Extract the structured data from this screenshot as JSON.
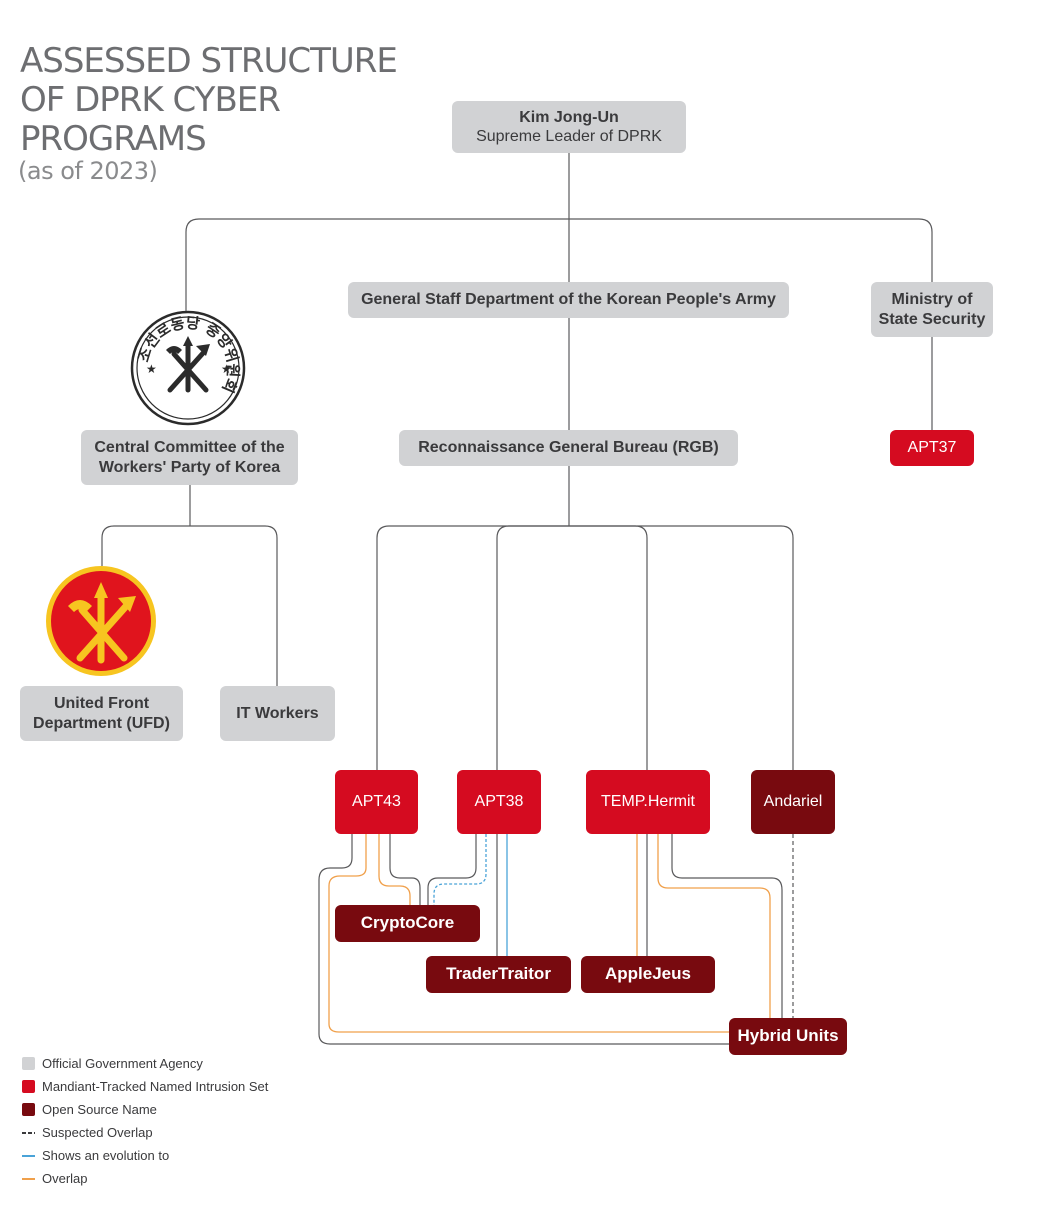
{
  "title": {
    "line1": "ASSESSED STRUCTURE",
    "line2": "OF DPRK CYBER",
    "line3": "PROGRAMS",
    "subtitle": "(as of 2023)"
  },
  "nodes": {
    "kim": {
      "name": "Kim Jong-Un",
      "role": "Supreme Leader of DPRK"
    },
    "gsd": {
      "label": "General Staff Department of the Korean People's Army"
    },
    "mss": {
      "line1": "Ministry of",
      "line2": "State Security"
    },
    "cc": {
      "line1": "Central Committee of the",
      "line2": "Workers' Party of Korea"
    },
    "rgb": {
      "label": "Reconnaissance General Bureau (RGB)"
    },
    "apt37": {
      "label": "APT37"
    },
    "ufd": {
      "line1": "United Front",
      "line2": "Department (UFD)"
    },
    "itw": {
      "label": "IT Workers"
    },
    "apt43": {
      "label": "APT43"
    },
    "apt38": {
      "label": "APT38"
    },
    "temp": {
      "label": "TEMP.Hermit"
    },
    "andariel": {
      "label": "Andariel"
    },
    "cryptocore": {
      "label": "CryptoCore"
    },
    "tradertraitor": {
      "label": "TraderTraitor"
    },
    "applejeus": {
      "label": "AppleJeus"
    },
    "hybrid": {
      "label": "Hybrid Units"
    }
  },
  "emblems": {
    "seal_text": "조선로동당 중앙위원회"
  },
  "legend": [
    {
      "label": "Official Government Agency",
      "color": "#d1d2d4"
    },
    {
      "label": "Mandiant-Tracked Named Intrusion Set",
      "color": "#d50b20"
    },
    {
      "label": "Open Source Name",
      "color": "#780a0f"
    },
    {
      "label": "Suspected Overlap",
      "color": "#3a3a3c"
    },
    {
      "label": "Shows an evolution to",
      "color": "#4aa3d8"
    },
    {
      "label": "Overlap",
      "color": "#f0a04b"
    }
  ]
}
